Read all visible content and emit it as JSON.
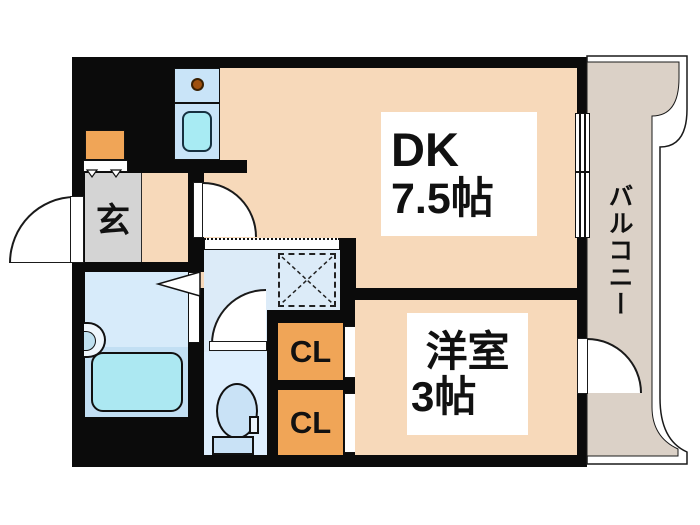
{
  "floorplan": {
    "rooms": {
      "dk": {
        "name": "DK",
        "size": "7.5帖"
      },
      "western_room": {
        "name": "洋室",
        "size": "3帖"
      },
      "entrance": {
        "label": "玄"
      },
      "closet_upper": {
        "label": "CL"
      },
      "closet_lower": {
        "label": "CL"
      },
      "balcony": {
        "label": "バルコニー"
      }
    },
    "icons": {
      "stove_burner": "brown-circle-dot",
      "kitchen_sink": "rounded-rect-basin",
      "bathtub": "rounded-rect-tub",
      "shower_faucet": "half-round-panel",
      "toilet": "ellipse-bowl-with-tank",
      "washing_machine_space": "dashed-box-with-x",
      "door_swing": "quarter-circle-arc",
      "window_slider": "striped-bar",
      "closet_door_arrow": "small-triangle",
      "entrance_step_arrows": "small-down-triangles",
      "folding_door": "triangle-wedge"
    },
    "colors": {
      "wall": "#0b0b0b",
      "room-peach": "#f7d9ba",
      "entrance-gray": "#d4d4d4",
      "balcony-beige": "#dbd1c7",
      "closet-orange": "#f0a557",
      "counter-blue": "#c9e4f8",
      "sink-cyan": "#a8ebf3",
      "washroom-blue": "#dcebf8",
      "bathroom-blue": "#d7ebfa",
      "bathroom-lower-blue": "#c2dff3",
      "bathtub-cyan": "#ace8f2",
      "toilet-room-blue": "#deeffe",
      "fixture-blue": "#c9e2f6",
      "stove-brown": "#9e500e",
      "label-ink": "#111111"
    }
  }
}
